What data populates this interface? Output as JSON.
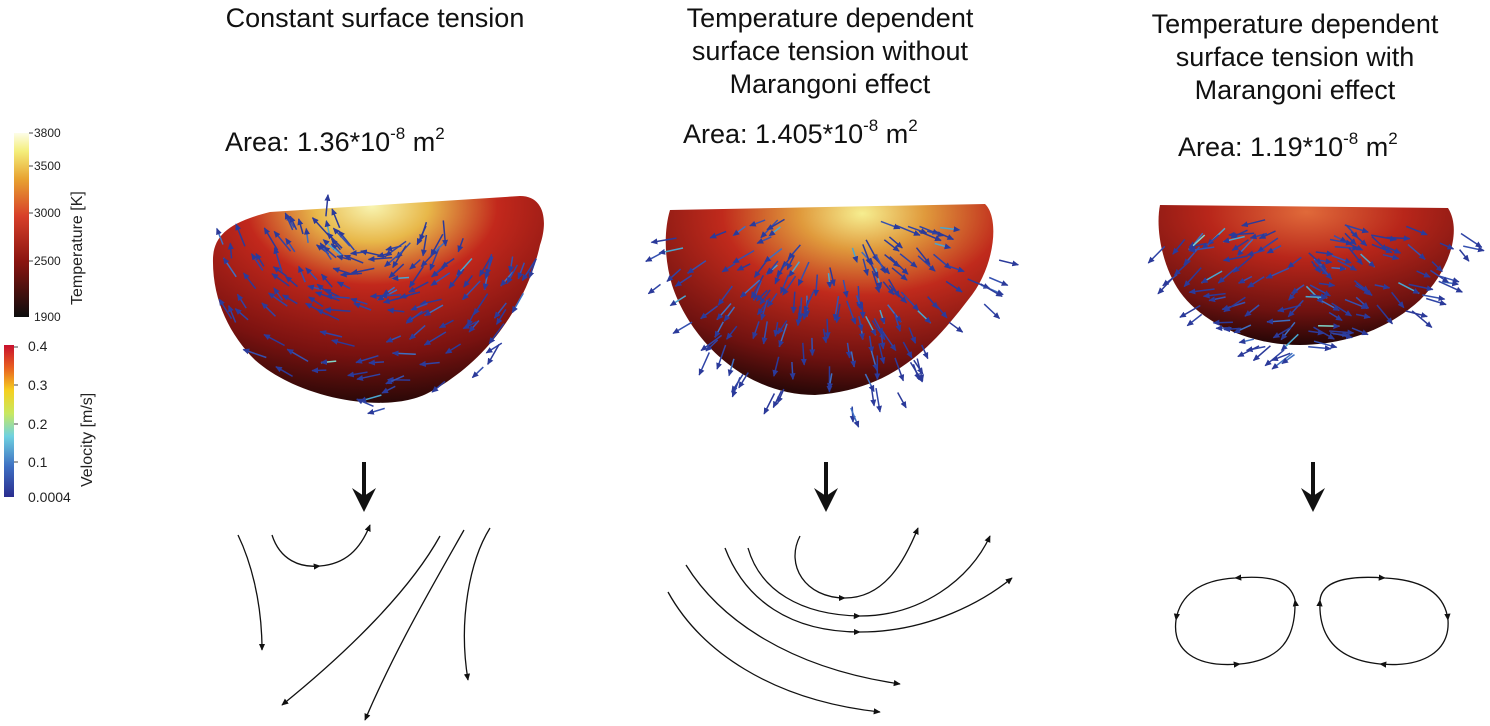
{
  "panels": [
    {
      "title_lines": [
        "Constant surface tension"
      ],
      "area_prefix": "Area:  1.36*10",
      "area_exp": "-8",
      "area_unit": " m",
      "area_unit_exp": "2"
    },
    {
      "title_lines": [
        "Temperature dependent",
        "surface tension without",
        "Marangoni effect"
      ],
      "area_prefix": "Area:  1.405*10",
      "area_exp": "-8",
      "area_unit": " m",
      "area_unit_exp": "2"
    },
    {
      "title_lines": [
        "Temperature dependent",
        "surface tension with",
        "Marangoni effect"
      ],
      "area_prefix": "Area: 1.19*10",
      "area_exp": "-8",
      "area_unit": " m",
      "area_unit_exp": "2"
    }
  ],
  "temperature_colorbar": {
    "title": "Temperature [K]",
    "ticks": [
      "3800",
      "3500",
      "3000",
      "2500",
      "1900"
    ],
    "tick_values": [
      3800,
      3500,
      3000,
      2500,
      1900
    ],
    "range": [
      1900,
      3800
    ]
  },
  "velocity_colorbar": {
    "title": "Velocity [m/s]",
    "ticks": [
      "0.4",
      "0.3",
      "0.2",
      "0.1",
      "0.0004"
    ],
    "tick_values": [
      0.4,
      0.3,
      0.2,
      0.1,
      0.0004
    ],
    "range": [
      0.0004,
      0.4
    ]
  },
  "colors": {
    "temp_low": "#111111",
    "temp_mid": "#b01e16",
    "temp_high": "#ffffd8",
    "arrow_blue": "#2b3a9a",
    "vel_low": "#2a2d8f",
    "vel_high": "#c8102e"
  }
}
